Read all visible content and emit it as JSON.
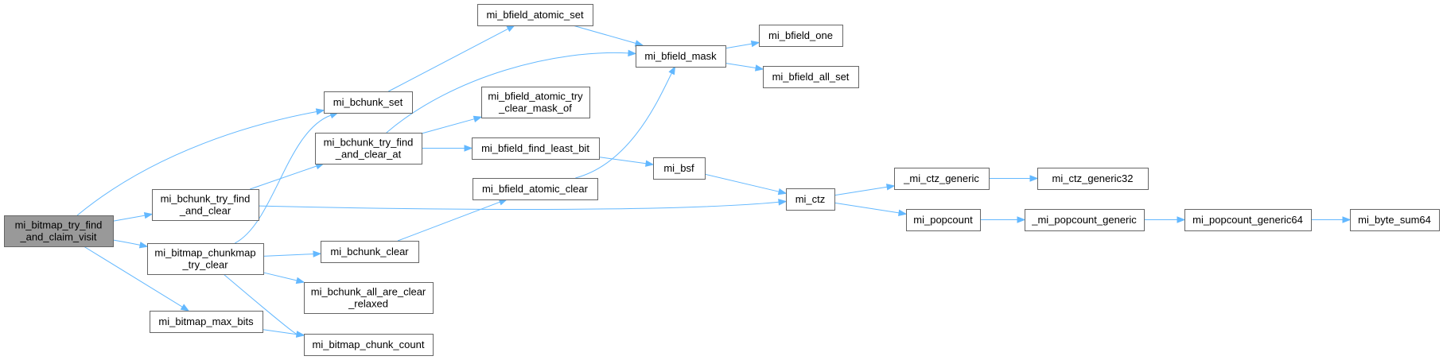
{
  "diagram": {
    "root": "n_root",
    "nodes": [
      {
        "id": "n_root",
        "lines": [
          "mi_bitmap_try_find",
          "_and_claim_visit"
        ]
      },
      {
        "id": "n_try_find_clear",
        "lines": [
          "mi_bchunk_try_find",
          "_and_clear"
        ]
      },
      {
        "id": "n_chunkmap_try_clear",
        "lines": [
          "mi_bitmap_chunkmap",
          "_try_clear"
        ]
      },
      {
        "id": "n_max_bits",
        "lines": [
          "mi_bitmap_max_bits"
        ]
      },
      {
        "id": "n_bchunk_set",
        "lines": [
          "mi_bchunk_set"
        ]
      },
      {
        "id": "n_try_find_clear_at",
        "lines": [
          "mi_bchunk_try_find",
          "_and_clear_at"
        ]
      },
      {
        "id": "n_bchunk_clear",
        "lines": [
          "mi_bchunk_clear"
        ]
      },
      {
        "id": "n_all_are_clear",
        "lines": [
          "mi_bchunk_all_are_clear",
          "_relaxed"
        ]
      },
      {
        "id": "n_chunk_count",
        "lines": [
          "mi_bitmap_chunk_count"
        ]
      },
      {
        "id": "n_atomic_set",
        "lines": [
          "mi_bfield_atomic_set"
        ]
      },
      {
        "id": "n_atomic_try_clear_mask",
        "lines": [
          "mi_bfield_atomic_try",
          "_clear_mask_of"
        ]
      },
      {
        "id": "n_find_least_bit",
        "lines": [
          "mi_bfield_find_least_bit"
        ]
      },
      {
        "id": "n_atomic_clear",
        "lines": [
          "mi_bfield_atomic_clear"
        ]
      },
      {
        "id": "n_bfield_mask",
        "lines": [
          "mi_bfield_mask"
        ]
      },
      {
        "id": "n_bfield_one",
        "lines": [
          "mi_bfield_one"
        ]
      },
      {
        "id": "n_bfield_all_set",
        "lines": [
          "mi_bfield_all_set"
        ]
      },
      {
        "id": "n_bsf",
        "lines": [
          "mi_bsf"
        ]
      },
      {
        "id": "n_ctz",
        "lines": [
          "mi_ctz"
        ]
      },
      {
        "id": "n_ctz_generic",
        "lines": [
          "_mi_ctz_generic"
        ]
      },
      {
        "id": "n_ctz_generic32",
        "lines": [
          "mi_ctz_generic32"
        ]
      },
      {
        "id": "n_popcount",
        "lines": [
          "mi_popcount"
        ]
      },
      {
        "id": "n_popcount_generic",
        "lines": [
          "_mi_popcount_generic"
        ]
      },
      {
        "id": "n_popcount_generic64",
        "lines": [
          "mi_popcount_generic64"
        ]
      },
      {
        "id": "n_byte_sum64",
        "lines": [
          "mi_byte_sum64"
        ]
      }
    ],
    "edges": [
      [
        "n_root",
        "n_bchunk_set"
      ],
      [
        "n_root",
        "n_try_find_clear"
      ],
      [
        "n_root",
        "n_chunkmap_try_clear"
      ],
      [
        "n_root",
        "n_max_bits"
      ],
      [
        "n_try_find_clear",
        "n_try_find_clear_at"
      ],
      [
        "n_try_find_clear",
        "n_ctz"
      ],
      [
        "n_chunkmap_try_clear",
        "n_bchunk_set"
      ],
      [
        "n_chunkmap_try_clear",
        "n_bchunk_clear"
      ],
      [
        "n_chunkmap_try_clear",
        "n_all_are_clear"
      ],
      [
        "n_chunkmap_try_clear",
        "n_chunk_count"
      ],
      [
        "n_max_bits",
        "n_chunk_count"
      ],
      [
        "n_bchunk_set",
        "n_atomic_set"
      ],
      [
        "n_try_find_clear_at",
        "n_bfield_mask"
      ],
      [
        "n_try_find_clear_at",
        "n_atomic_try_clear_mask"
      ],
      [
        "n_try_find_clear_at",
        "n_find_least_bit"
      ],
      [
        "n_bchunk_clear",
        "n_atomic_clear"
      ],
      [
        "n_atomic_set",
        "n_bfield_mask"
      ],
      [
        "n_atomic_clear",
        "n_bfield_mask"
      ],
      [
        "n_find_least_bit",
        "n_bsf"
      ],
      [
        "n_bfield_mask",
        "n_bfield_one"
      ],
      [
        "n_bfield_mask",
        "n_bfield_all_set"
      ],
      [
        "n_bsf",
        "n_ctz"
      ],
      [
        "n_ctz",
        "n_ctz_generic"
      ],
      [
        "n_ctz",
        "n_popcount"
      ],
      [
        "n_ctz_generic",
        "n_ctz_generic32"
      ],
      [
        "n_popcount",
        "n_popcount_generic"
      ],
      [
        "n_popcount_generic",
        "n_popcount_generic64"
      ],
      [
        "n_popcount_generic64",
        "n_byte_sum64"
      ]
    ]
  }
}
